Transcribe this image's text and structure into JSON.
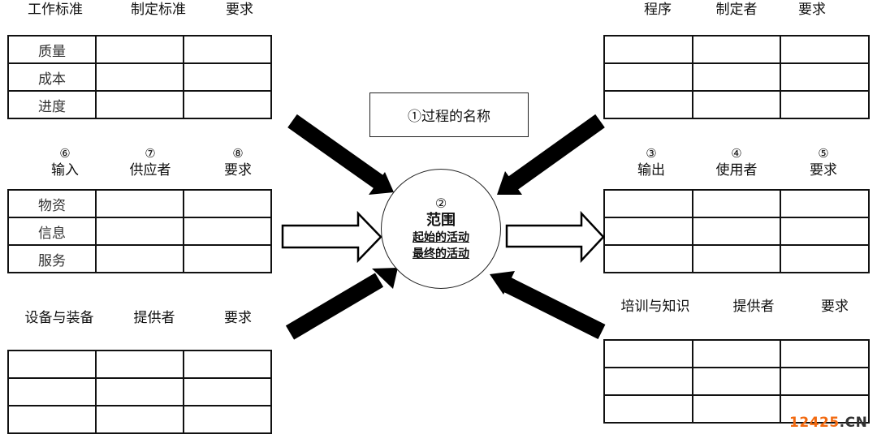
{
  "center": {
    "process_name": "①过程的名称",
    "scope_number": "②",
    "scope_title": "范围",
    "start_activity": "起始的活动",
    "end_activity": "最终的活动"
  },
  "top_left": {
    "headers": [
      "工作标准",
      "制定标准",
      "要求"
    ],
    "rows": [
      [
        "质量",
        "",
        ""
      ],
      [
        "成本",
        "",
        ""
      ],
      [
        "进度",
        "",
        ""
      ]
    ]
  },
  "top_right": {
    "headers": [
      "程序",
      "制定者",
      "要求"
    ],
    "rows": [
      [
        "",
        "",
        ""
      ],
      [
        "",
        "",
        ""
      ],
      [
        "",
        "",
        ""
      ]
    ]
  },
  "mid_left": {
    "numbers": [
      "⑥",
      "⑦",
      "⑧"
    ],
    "headers": [
      "输入",
      "供应者",
      "要求"
    ],
    "rows": [
      [
        "物资",
        "",
        ""
      ],
      [
        "信息",
        "",
        ""
      ],
      [
        "服务",
        "",
        ""
      ]
    ]
  },
  "mid_right": {
    "numbers": [
      "③",
      "④",
      "⑤"
    ],
    "headers": [
      "输出",
      "使用者",
      "要求"
    ],
    "rows": [
      [
        "",
        "",
        ""
      ],
      [
        "",
        "",
        ""
      ],
      [
        "",
        "",
        ""
      ]
    ]
  },
  "bottom_left": {
    "headers": [
      "设备与装备",
      "提供者",
      "要求"
    ],
    "rows": [
      [
        "",
        "",
        ""
      ],
      [
        "",
        "",
        ""
      ],
      [
        "",
        "",
        ""
      ]
    ]
  },
  "bottom_right": {
    "headers": [
      "培训与知识",
      "提供者",
      "要求"
    ],
    "rows": [
      [
        "",
        "",
        ""
      ],
      [
        "",
        "",
        ""
      ],
      [
        "",
        "",
        ""
      ]
    ]
  },
  "watermark": {
    "main": "12425",
    "suffix": ".CN"
  },
  "colors": {
    "line": "#111111",
    "watermark_accent": "#f26a10"
  }
}
